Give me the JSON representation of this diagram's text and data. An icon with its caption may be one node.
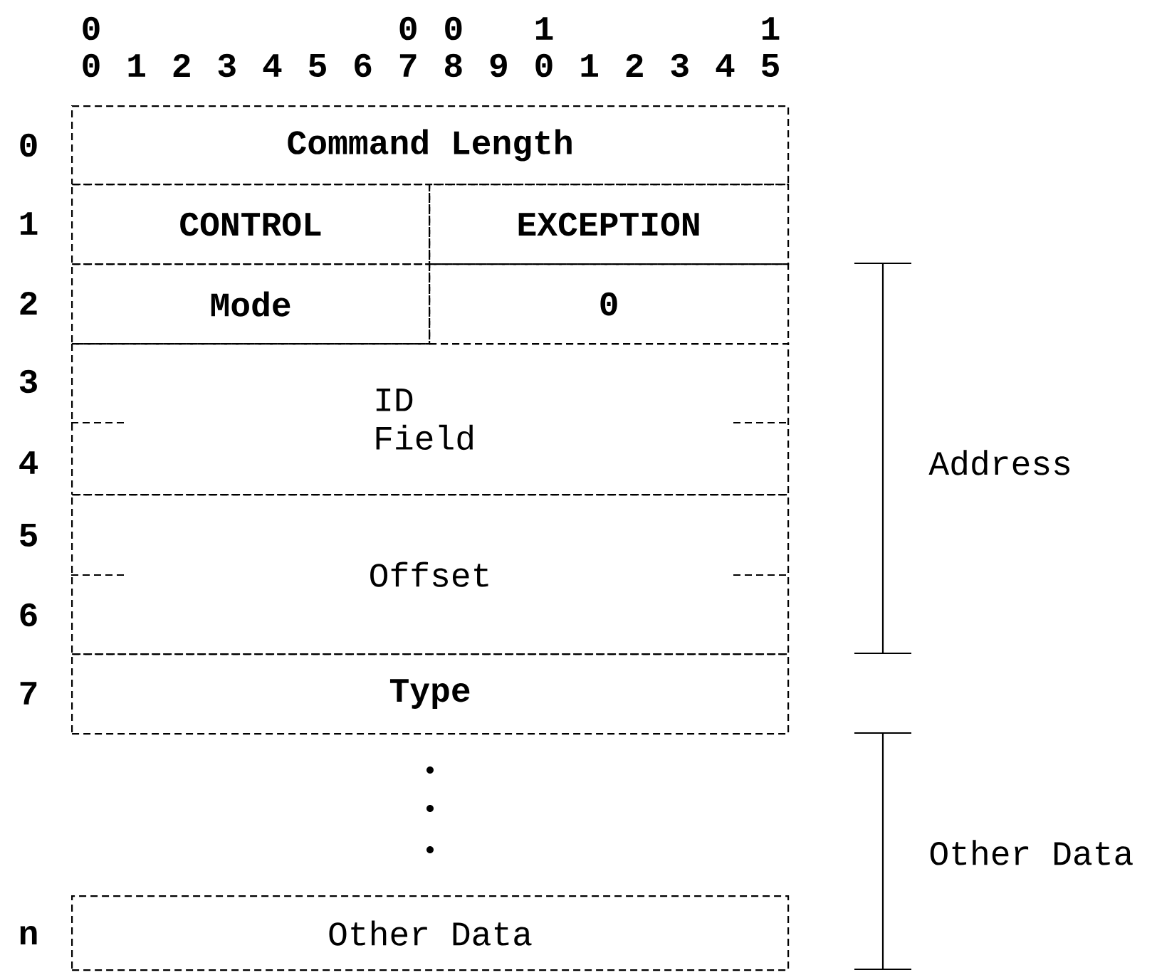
{
  "diagram": {
    "nodes": [
      {
        "text": [
          "Command Length"
        ]
      },
      {
        "text": [
          "CONTROL"
        ]
      },
      {
        "text": [
          "EXCEPTION"
        ]
      },
      {
        "text": [
          "Mode"
        ]
      },
      {
        "text": [
          "0"
        ]
      },
      {
        "text": [
          "ID Field"
        ]
      },
      {
        "text": [
          "Offset"
        ]
      },
      {
        "text": [
          "Type"
        ]
      },
      {
        "text": [
          "Other Data"
        ]
      }
    ],
    "labels": [
      "0",
      "0",
      "0",
      "1",
      "1",
      "0",
      "1",
      "2",
      "3",
      "4",
      "5",
      "6",
      "7",
      "8",
      "9",
      "0",
      "1",
      "2",
      "3",
      "4",
      "5",
      "0",
      "1",
      "2",
      "3",
      "4",
      "5",
      "6",
      "7",
      "n",
      "Address",
      "Other Data"
    ]
  }
}
